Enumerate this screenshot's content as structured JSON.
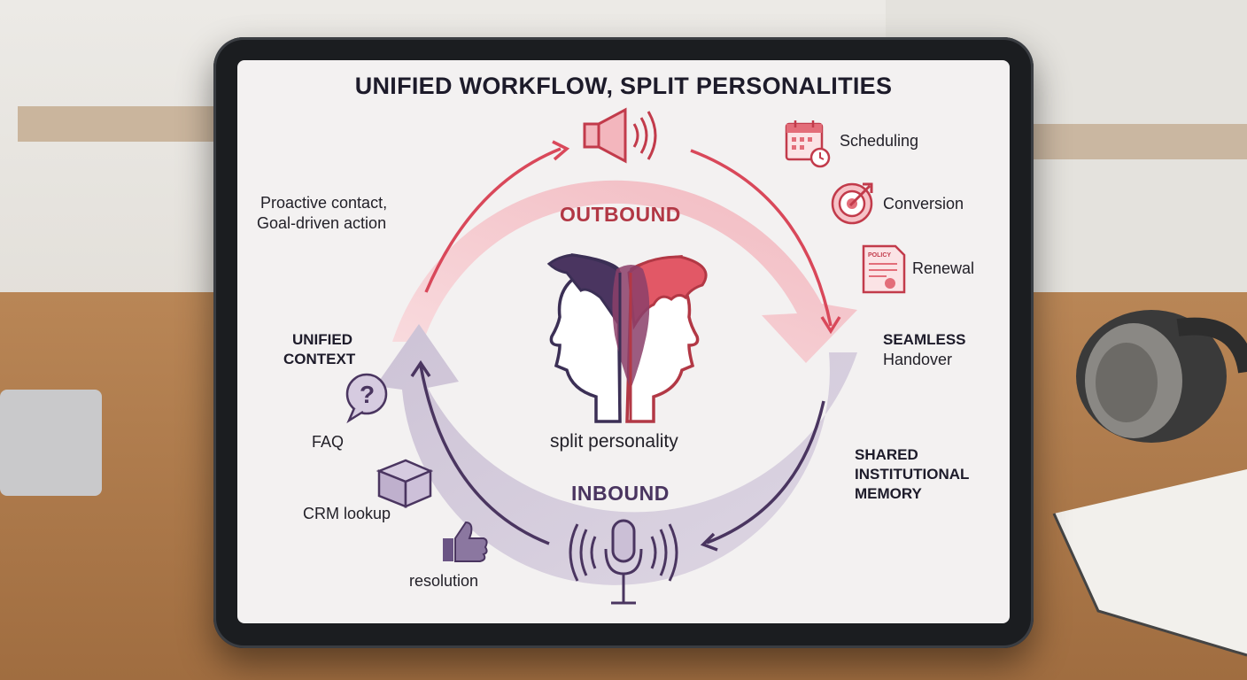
{
  "title": "UNIFIED WORKFLOW, SPLIT PERSONALITIES",
  "center": {
    "caption": "split personality"
  },
  "outbound": {
    "label": "OUTBOUND",
    "description_line1": "Proactive contact,",
    "description_line2": "Goal-driven action",
    "items": [
      "Scheduling",
      "Conversion",
      "Renewal"
    ]
  },
  "inbound": {
    "label": "INBOUND",
    "items": [
      "FAQ",
      "CRM lookup",
      "resolution"
    ]
  },
  "left_node": {
    "line1": "UNIFIED",
    "line2": "CONTEXT"
  },
  "right_node": {
    "line1": "SEAMLESS",
    "line2": "Handover"
  },
  "memory": {
    "line1": "SHARED",
    "line2": "INSTITUTIONAL",
    "line3": "MEMORY"
  },
  "policy_badge": "POLICY",
  "colors": {
    "outbound_red": "#d9485a",
    "outbound_light": "#f6c9ce",
    "inbound_purple": "#4a3560",
    "inbound_light": "#cfc6d6"
  },
  "icons": [
    "speaker-icon",
    "microphone-icon",
    "calendar-icon",
    "target-icon",
    "policy-document-icon",
    "question-bubble-icon",
    "box-icon",
    "thumbs-up-icon",
    "split-heads-icon"
  ]
}
